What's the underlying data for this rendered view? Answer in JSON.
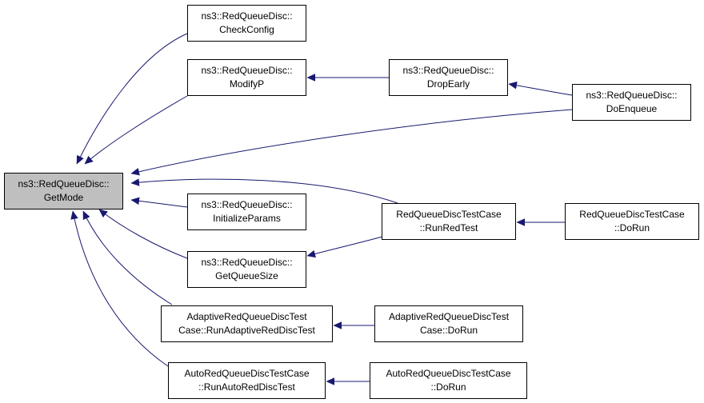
{
  "colors": {
    "edge": "#191970",
    "node_border": "#000000",
    "node_fill": "#ffffff",
    "focus_fill": "#bfbfbf"
  },
  "nodes": {
    "getmode": {
      "line1": "ns3::RedQueueDisc::",
      "line2": "GetMode"
    },
    "checkconfig": {
      "line1": "ns3::RedQueueDisc::",
      "line2": "CheckConfig"
    },
    "modifyp": {
      "line1": "ns3::RedQueueDisc::",
      "line2": "ModifyP"
    },
    "dropearly": {
      "line1": "ns3::RedQueueDisc::",
      "line2": "DropEarly"
    },
    "doenqueue": {
      "line1": "ns3::RedQueueDisc::",
      "line2": "DoEnqueue"
    },
    "initializeparams": {
      "line1": "ns3::RedQueueDisc::",
      "line2": "InitializeParams"
    },
    "getqueuesize": {
      "line1": "ns3::RedQueueDisc::",
      "line2": "GetQueueSize"
    },
    "runredtest": {
      "line1": "RedQueueDiscTestCase",
      "line2": "::RunRedTest"
    },
    "redtest_dorun": {
      "line1": "RedQueueDiscTestCase",
      "line2": "::DoRun"
    },
    "runadaptive": {
      "line1": "AdaptiveRedQueueDiscTest",
      "line2": "Case::RunAdaptiveRedDiscTest"
    },
    "adaptive_dorun": {
      "line1": "AdaptiveRedQueueDiscTest",
      "line2": "Case::DoRun"
    },
    "runauto": {
      "line1": "AutoRedQueueDiscTestCase",
      "line2": "::RunAutoRedDiscTest"
    },
    "auto_dorun": {
      "line1": "AutoRedQueueDiscTestCase",
      "line2": "::DoRun"
    }
  },
  "edges": [
    {
      "from": "checkconfig",
      "to": "getmode"
    },
    {
      "from": "modifyp",
      "to": "getmode"
    },
    {
      "from": "doenqueue",
      "to": "getmode"
    },
    {
      "from": "runredtest",
      "to": "getmode"
    },
    {
      "from": "initializeparams",
      "to": "getmode"
    },
    {
      "from": "getqueuesize",
      "to": "getmode"
    },
    {
      "from": "runadaptive",
      "to": "getmode"
    },
    {
      "from": "runauto",
      "to": "getmode"
    },
    {
      "from": "dropearly",
      "to": "modifyp"
    },
    {
      "from": "doenqueue",
      "to": "dropearly"
    },
    {
      "from": "runredtest",
      "to": "getqueuesize"
    },
    {
      "from": "redtest_dorun",
      "to": "runredtest"
    },
    {
      "from": "adaptive_dorun",
      "to": "runadaptive"
    },
    {
      "from": "auto_dorun",
      "to": "runauto"
    }
  ]
}
